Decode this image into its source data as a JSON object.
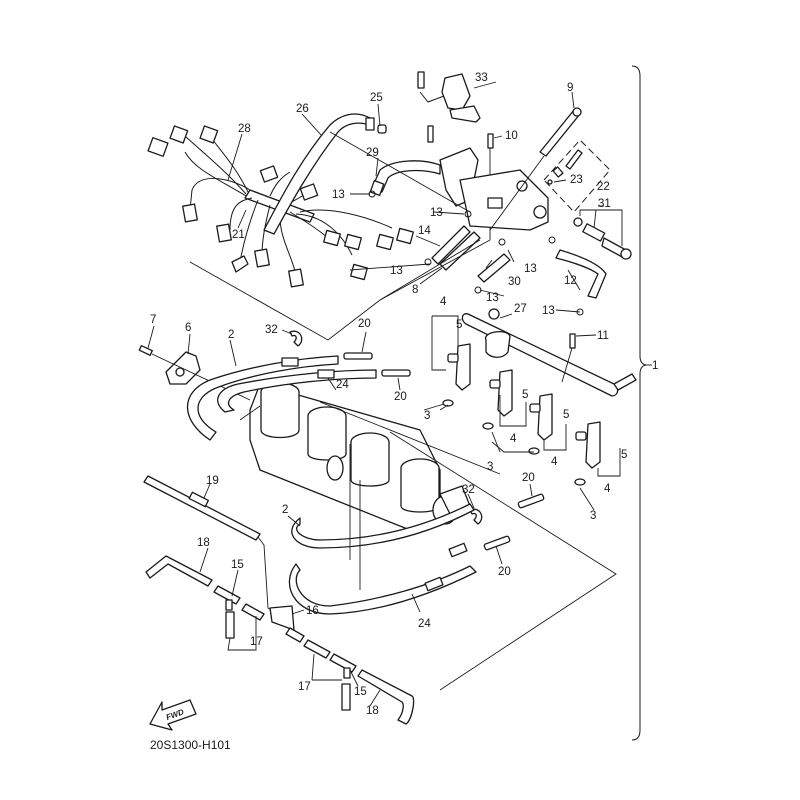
{
  "diagram": {
    "type": "exploded-parts-diagram",
    "subject": "Throttle body / fuel injection assembly",
    "drawing_code": "20S1300-H101",
    "orientation_badge": "FWD",
    "assembly_ref": "1",
    "callouts": [
      {
        "id": "c1",
        "label": "1"
      },
      {
        "id": "c2a",
        "label": "2"
      },
      {
        "id": "c2b",
        "label": "2"
      },
      {
        "id": "c3a",
        "label": "3"
      },
      {
        "id": "c3b",
        "label": "3"
      },
      {
        "id": "c3c",
        "label": "3"
      },
      {
        "id": "c4a",
        "label": "4"
      },
      {
        "id": "c4b",
        "label": "4"
      },
      {
        "id": "c4c",
        "label": "4"
      },
      {
        "id": "c4d",
        "label": "4"
      },
      {
        "id": "c5a",
        "label": "5"
      },
      {
        "id": "c5b",
        "label": "5"
      },
      {
        "id": "c5c",
        "label": "5"
      },
      {
        "id": "c5d",
        "label": "5"
      },
      {
        "id": "c6",
        "label": "6"
      },
      {
        "id": "c7",
        "label": "7"
      },
      {
        "id": "c8",
        "label": "8"
      },
      {
        "id": "c9",
        "label": "9"
      },
      {
        "id": "c10",
        "label": "10"
      },
      {
        "id": "c11",
        "label": "11"
      },
      {
        "id": "c12",
        "label": "12"
      },
      {
        "id": "c13a",
        "label": "13"
      },
      {
        "id": "c13b",
        "label": "13"
      },
      {
        "id": "c13c",
        "label": "13"
      },
      {
        "id": "c13d",
        "label": "13"
      },
      {
        "id": "c13e",
        "label": "13"
      },
      {
        "id": "c13f",
        "label": "13"
      },
      {
        "id": "c14",
        "label": "14"
      },
      {
        "id": "c15a",
        "label": "15"
      },
      {
        "id": "c15b",
        "label": "15"
      },
      {
        "id": "c16",
        "label": "16"
      },
      {
        "id": "c17a",
        "label": "17"
      },
      {
        "id": "c17b",
        "label": "17"
      },
      {
        "id": "c18a",
        "label": "18"
      },
      {
        "id": "c18b",
        "label": "18"
      },
      {
        "id": "c19",
        "label": "19"
      },
      {
        "id": "c20a",
        "label": "20"
      },
      {
        "id": "c20b",
        "label": "20"
      },
      {
        "id": "c20c",
        "label": "20"
      },
      {
        "id": "c20d",
        "label": "20"
      },
      {
        "id": "c21",
        "label": "21"
      },
      {
        "id": "c22",
        "label": "22"
      },
      {
        "id": "c23",
        "label": "23"
      },
      {
        "id": "c24a",
        "label": "24"
      },
      {
        "id": "c24b",
        "label": "24"
      },
      {
        "id": "c25",
        "label": "25"
      },
      {
        "id": "c26",
        "label": "26"
      },
      {
        "id": "c27",
        "label": "27"
      },
      {
        "id": "c28",
        "label": "28"
      },
      {
        "id": "c29",
        "label": "29"
      },
      {
        "id": "c30",
        "label": "30"
      },
      {
        "id": "c31",
        "label": "31"
      },
      {
        "id": "c32a",
        "label": "32"
      },
      {
        "id": "c32b",
        "label": "32"
      },
      {
        "id": "c33",
        "label": "33"
      }
    ]
  }
}
